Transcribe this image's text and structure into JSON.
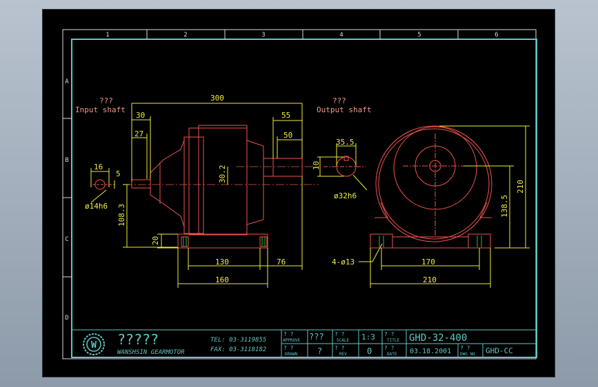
{
  "border": {
    "columns": [
      "1",
      "2",
      "3",
      "4",
      "5",
      "6"
    ],
    "rows": [
      "A",
      "B",
      "C",
      "D"
    ]
  },
  "labels": {
    "input_q": "???",
    "input": "Input shaft",
    "output_q": "???",
    "output": "Output shaft"
  },
  "dims": {
    "d300": "300",
    "d30": "30",
    "d27": "27",
    "d55": "55",
    "d50": "50",
    "d16": "16",
    "d5": "5",
    "d14h6": "ø14h6",
    "d108": "108.3",
    "d30_2": "30.2",
    "d20": "20",
    "d130": "130",
    "d76": "76",
    "d160": "160",
    "d10": "10",
    "d35_5": "35.5",
    "d32h6": "ø32h6",
    "d4_13": "4-ø13",
    "d170": "170",
    "d210w": "210",
    "d210h": "210",
    "d138": "138.5"
  },
  "title_block": {
    "company_cn": "?????",
    "company_en": "WANSHSIN GEARMOTOR",
    "tel": "TEL: 03-3119855",
    "fax": "FAX: 03-3118182",
    "approve_q": "?  ?",
    "approve": "APPROVE",
    "approve_val": "???",
    "drawn_q": "?  ?",
    "drawn": "DRAWN",
    "drawn_val": "?",
    "scale_q": "?  ?",
    "scale": "SCALE",
    "scale_val": "1:3",
    "rev_q": "?  ?",
    "rev": "REV",
    "rev_val": "0",
    "title_q": "?  ?",
    "title": "TITLE",
    "title_val": "GHD-32-400",
    "date_q": "?  ?",
    "date": "DATE",
    "date_val": "03.18.2001",
    "dwg_q": "?  ?",
    "dwg": "DWG NO",
    "dwg_val": "GHD-CC"
  },
  "colors": {
    "frame": "#5fc9c4",
    "dimension": "#f1ee3a",
    "outline": "#f0544c",
    "labels": "#f09a8a",
    "green": "#27c23b"
  }
}
